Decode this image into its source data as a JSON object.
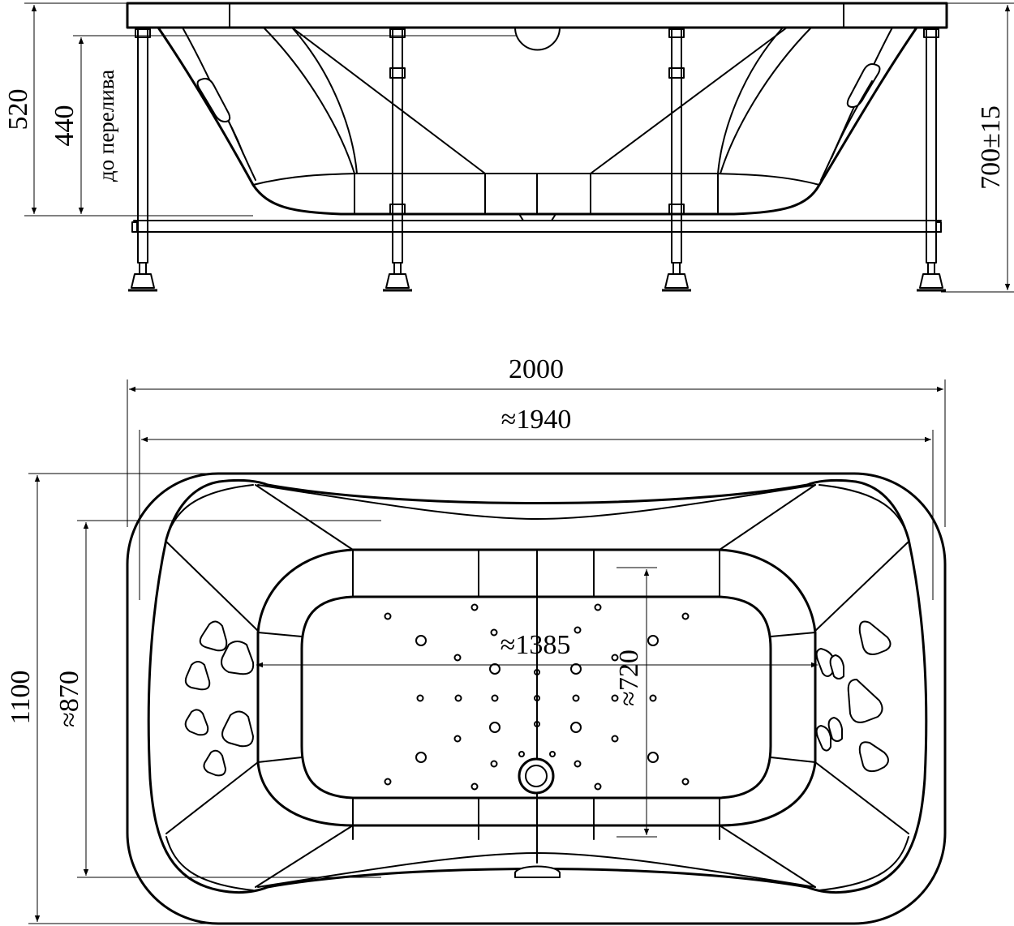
{
  "side_view": {
    "dims": {
      "height_total": "520",
      "height_overflow": "440",
      "overflow_label": "до перелива",
      "height_legs": "700±15"
    }
  },
  "top_view": {
    "dims": {
      "length_outer": "2000",
      "length_inner": "≈1940",
      "width_outer": "1100",
      "width_inner": "≈870",
      "bottom_length": "≈1385",
      "bottom_width": "≈720"
    }
  }
}
